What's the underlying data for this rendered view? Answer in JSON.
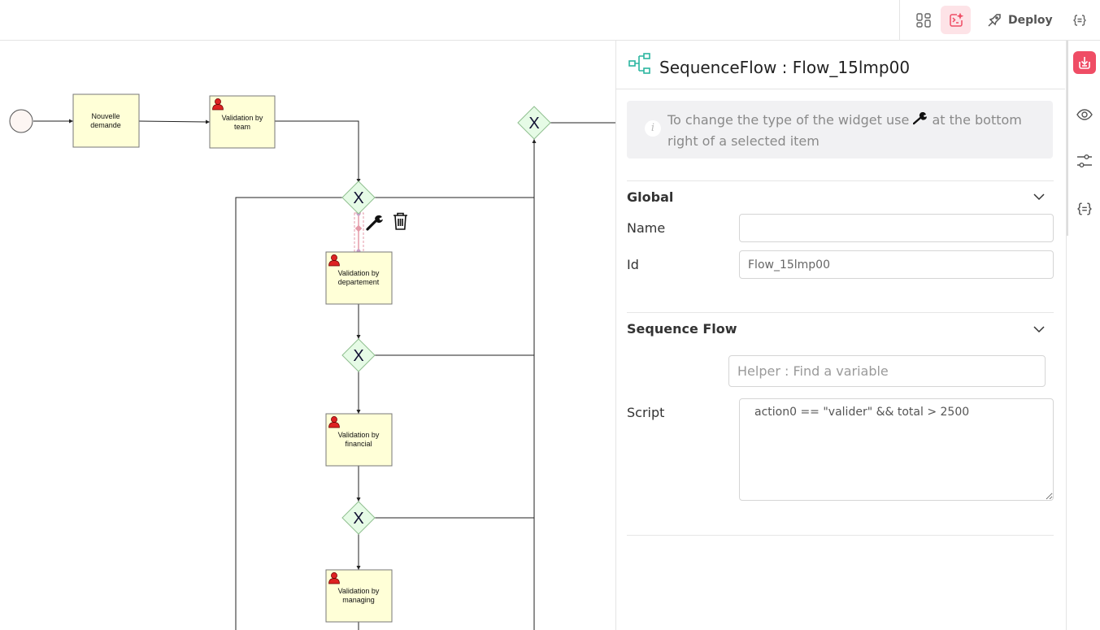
{
  "toolbar": {
    "deploy_label": "Deploy",
    "accent_color": "#ef4d65"
  },
  "diagram": {
    "nodes": {
      "start": "",
      "nouvelle": [
        "Nouvelle",
        "demande"
      ],
      "team": [
        "Validation by",
        "team"
      ],
      "departement": [
        "Validation by",
        "departement"
      ],
      "financial": [
        "Validation by",
        "financial"
      ],
      "managing": [
        "Validation by",
        "managing"
      ]
    },
    "gateway_symbol": "X",
    "context_icons": [
      "wrench-icon",
      "trash-icon"
    ]
  },
  "panel": {
    "title": "SequenceFlow : Flow_15lmp00",
    "info_before": "To change the type of the widget use",
    "info_after": "at the bottom right of a selected item",
    "global": {
      "heading": "Global",
      "name_label": "Name",
      "name_value": "",
      "id_label": "Id",
      "id_value": "Flow_15lmp00"
    },
    "sequence_flow": {
      "heading": "Sequence Flow",
      "helper_placeholder": "Helper : Find a variable",
      "script_label": "Script",
      "script_value": "action0 == \"valider\" && total > 2500"
    }
  }
}
